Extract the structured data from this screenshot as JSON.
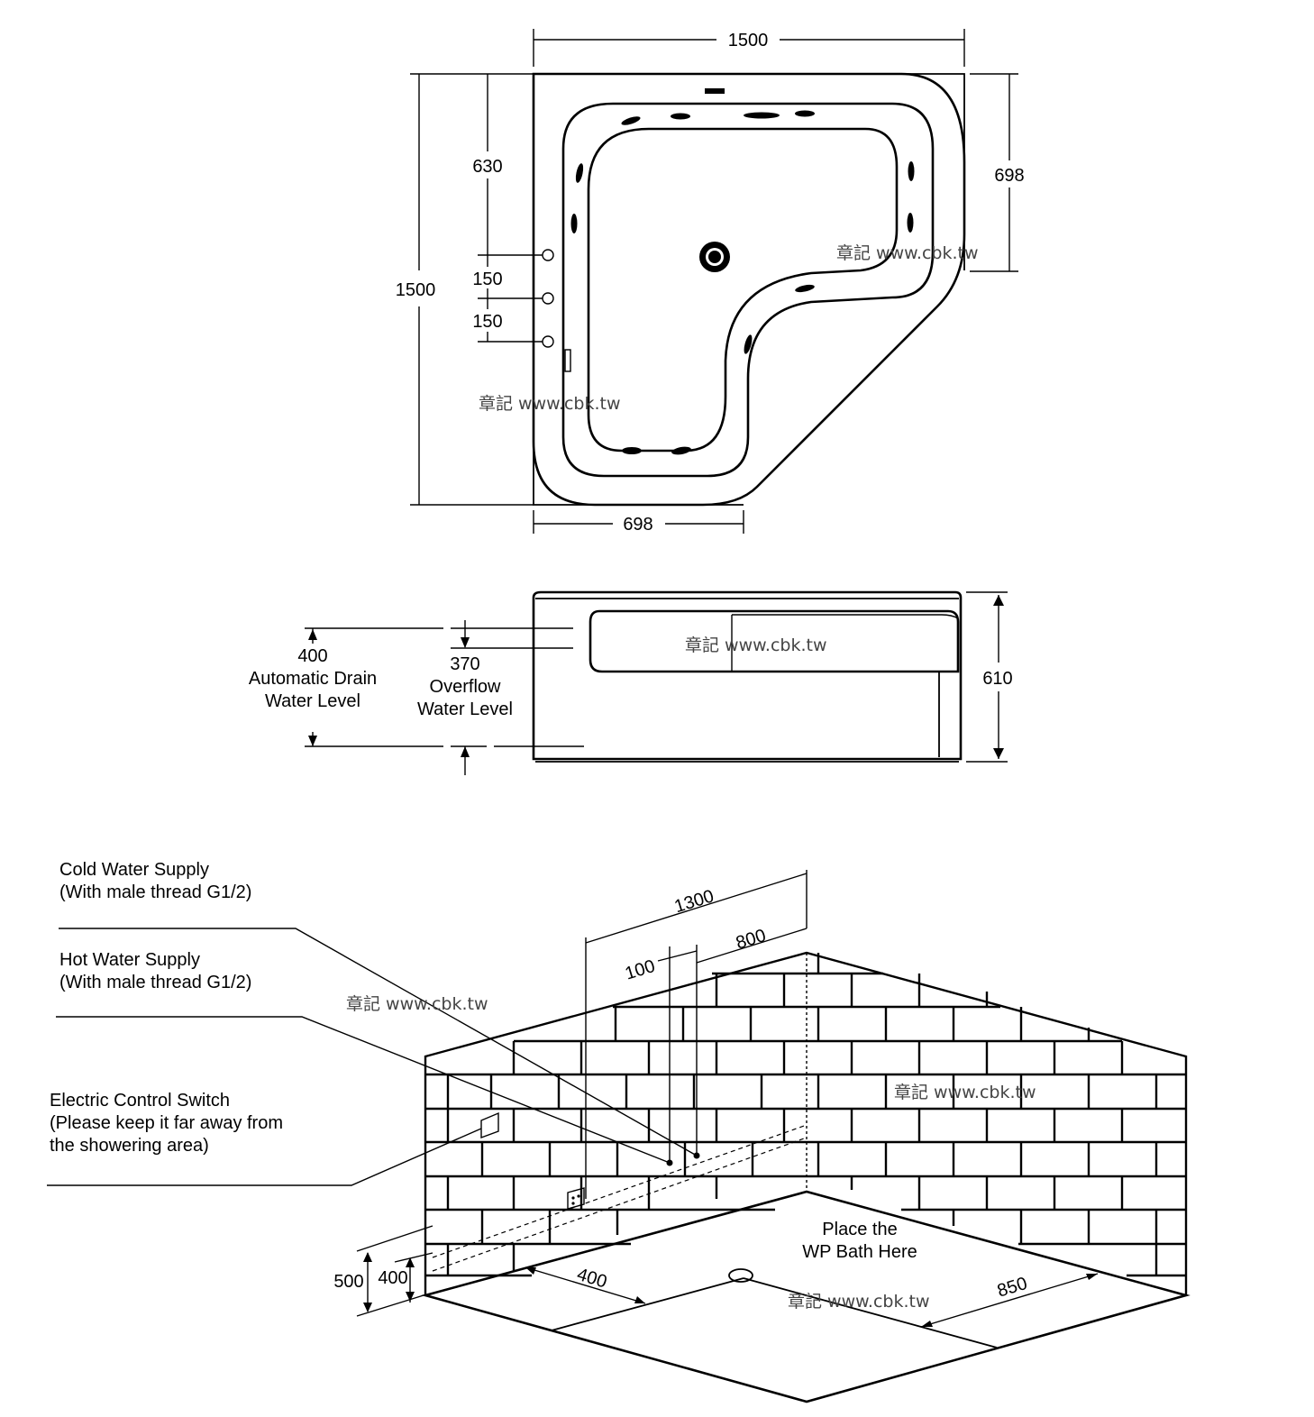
{
  "top_view": {
    "width_top": "1500",
    "depth_left": "1500",
    "seat_depth_right": "698",
    "seat_width_bottom": "698",
    "dim_630": "630",
    "dim_150_a": "150",
    "dim_150_b": "150"
  },
  "side_view": {
    "height": "610",
    "drain_value": "400",
    "drain_line1": "Automatic Drain",
    "drain_line2": "Water Level",
    "overflow_value": "370",
    "overflow_line1": "Overflow",
    "overflow_line2": "Water Level"
  },
  "install_view": {
    "cold_line1": "Cold Water Supply",
    "cold_line2": "(With male thread G1/2)",
    "hot_line1": "Hot Water Supply",
    "hot_line2": "(With male thread G1/2)",
    "switch_line1": "Electric Control Switch",
    "switch_line2": "(Please keep it far away from",
    "switch_line3": "the showering area)",
    "dim_1300": "1300",
    "dim_800": "800",
    "dim_100": "100",
    "dim_500": "500",
    "dim_400_height": "400",
    "dim_400_floor": "400",
    "dim_850": "850",
    "place_line1": "Place the",
    "place_line2": "WP Bath Here"
  },
  "watermark": "章記 www.cbk.tw"
}
